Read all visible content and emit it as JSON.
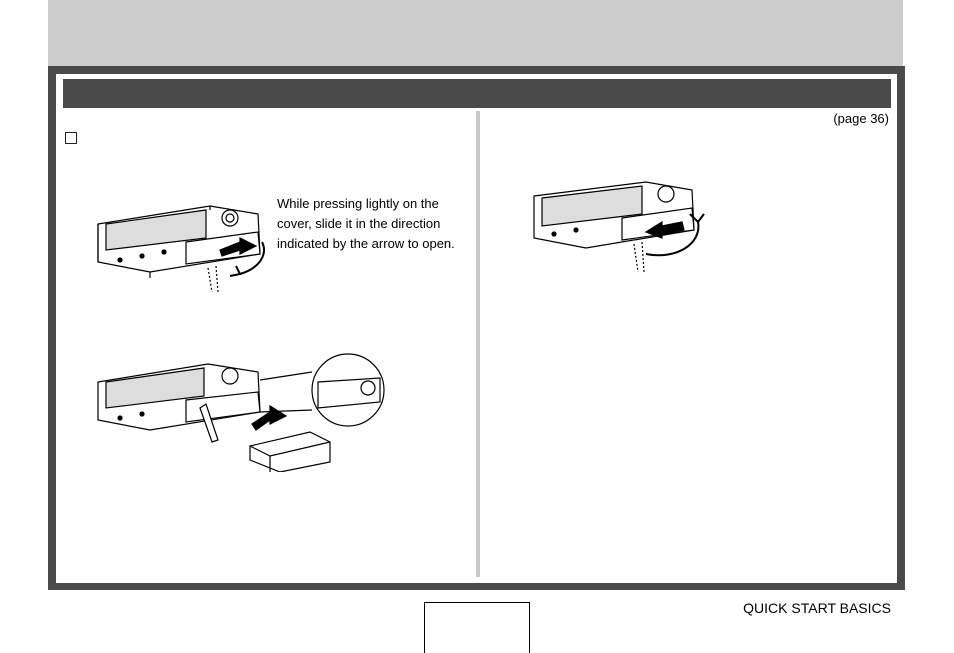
{
  "header": {
    "page_ref": "(page 36)"
  },
  "body": {
    "instruction": "While pressing lightly on the cover, slide it in the direction indicated by the arrow to open."
  },
  "footer": {
    "section_label": "QUICK START BASICS",
    "page_number": ""
  },
  "icons": {
    "section_marker": "square-bullet-icon",
    "fig1": "camera-open-cover-illustration",
    "fig2": "battery-insert-illustration",
    "fig3": "camera-close-cover-illustration"
  }
}
